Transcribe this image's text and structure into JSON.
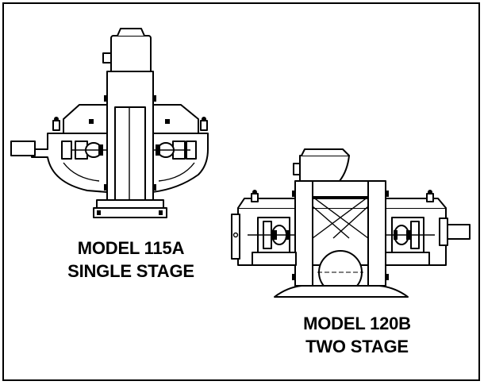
{
  "figures": [
    {
      "caption_line1": "MODEL 115A",
      "caption_line2": "SINGLE STAGE"
    },
    {
      "caption_line1": "MODEL 120B",
      "caption_line2": "TWO STAGE"
    }
  ],
  "colors": {
    "line": "#000000",
    "background": "#ffffff"
  }
}
